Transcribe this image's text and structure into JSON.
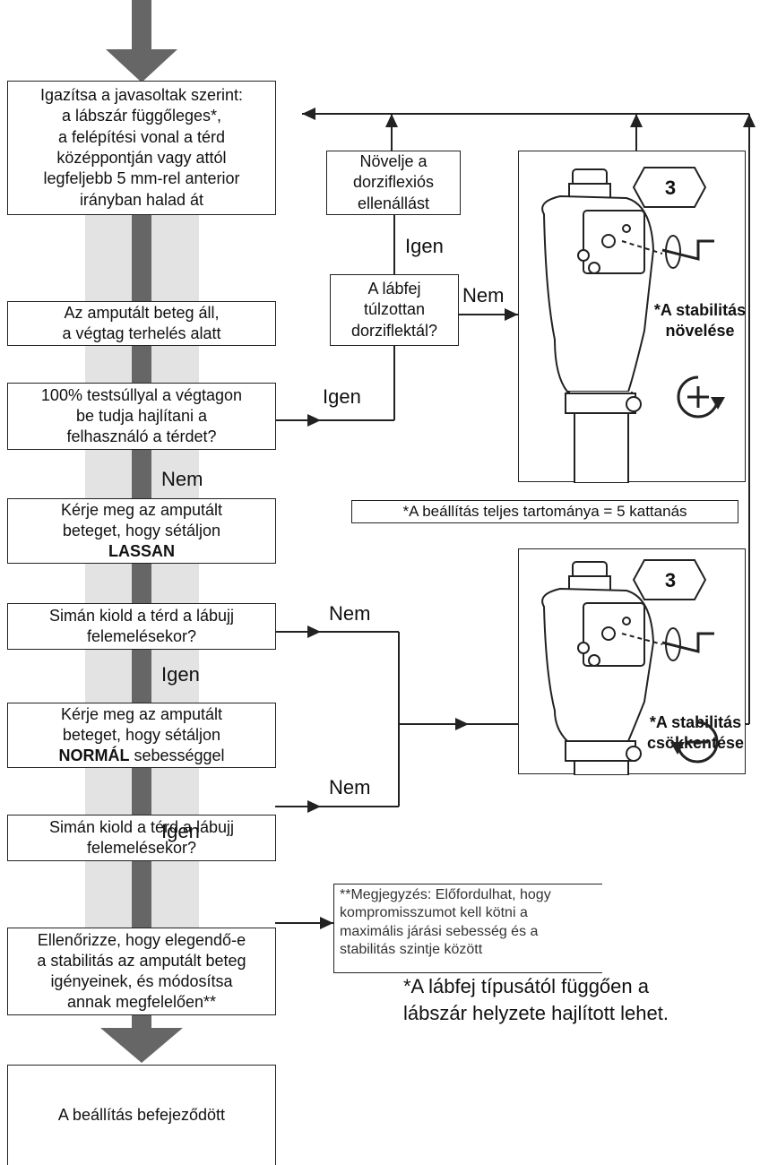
{
  "flow": {
    "align": [
      "Igazítsa a javasoltak szerint:",
      "a lábszár függőleges*,",
      "a felépítési vonal a térd",
      "középpontján vagy attól",
      "legfeljebb 5 mm-rel anterior",
      "irányban halad át"
    ],
    "standing": [
      "Az amputált beteg áll,",
      "a végtag terhelés alatt"
    ],
    "can_flex": [
      "100% testsúllyal a végtagon",
      "be tudja hajlítani a",
      "felhasználó a térdet?"
    ],
    "walk_slow": {
      "line1": "Kérje meg az amputált",
      "line2": "beteget, hogy sétáljon",
      "bold": "LASSAN"
    },
    "release1": [
      "Simán kiold a térd a lábujj",
      "felemelésekor?"
    ],
    "walk_normal": {
      "line1": "Kérje meg az amputált",
      "line2": "beteget, hogy sétáljon",
      "bold": "NORMÁL",
      "rest": " sebességgel"
    },
    "release2": [
      "Simán kiold a térd a lábujj",
      "felemelésekor?"
    ],
    "check": [
      "Ellenőrizze, hogy elegendő-e",
      "a stabilitás az amputált beteg",
      "igényeinek, és módosítsa",
      "annak megfelelően**"
    ],
    "done": "A beállítás befejeződött",
    "increase_dorsi": [
      "Növelje a",
      "dorziflexiós",
      "ellenállást"
    ],
    "foot_dorsi": [
      "A lábfej",
      "túlzottan",
      "dorziflektál?"
    ]
  },
  "labels": {
    "igen": "Igen",
    "nem": "Nem"
  },
  "panels": {
    "top": {
      "badge": "3",
      "caption": [
        "*A stabilitás",
        "növelése"
      ],
      "symbol": "plus-rotate-icon"
    },
    "bottom": {
      "badge": "3",
      "caption": [
        "*A stabilitás",
        "csökkentése"
      ],
      "symbol": "minus-rotate-icon"
    }
  },
  "range_note": "*A beállítás teljes tartománya = 5 kattanás",
  "speed_note": [
    "**Megjegyzés: Előfordulhat, hogy",
    "kompromisszumot kell kötni a",
    "maximális járási sebesség és a",
    "stabilitás szintje között"
  ],
  "footnote": [
    "*A lábfej típusától függően a",
    "lábszár helyzete hajlított lehet."
  ],
  "colors": {
    "band": "#e3e3e3",
    "spine": "#666666",
    "line": "#222222"
  }
}
